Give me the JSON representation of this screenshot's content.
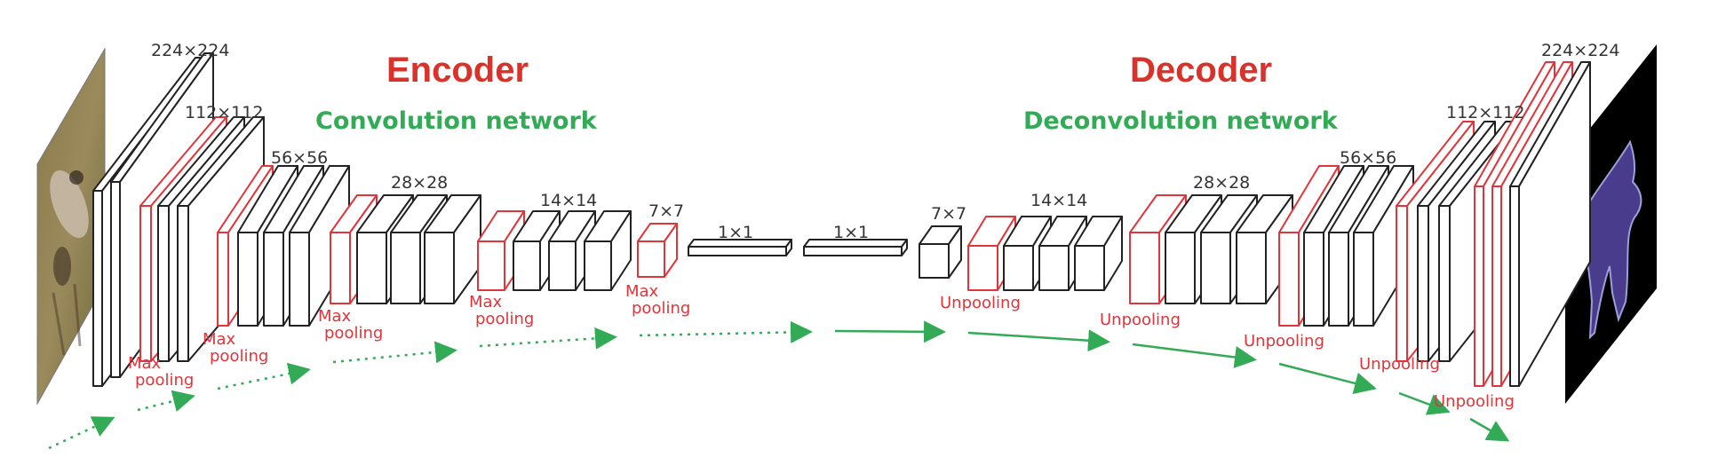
{
  "headings": {
    "encoder": "Encoder",
    "decoder": "Decoder",
    "conv": "Convolution network",
    "deconv": "Deconvolution network"
  },
  "encoder_sizes": [
    "224×224",
    "112×112",
    "56×56",
    "28×28",
    "14×14",
    "7×7",
    "1×1"
  ],
  "decoder_sizes": [
    "1×1",
    "7×7",
    "14×14",
    "28×28",
    "56×56",
    "112×112",
    "224×224"
  ],
  "encoder_ops": [
    {
      "line1": "Max",
      "line2": "pooling"
    },
    {
      "line1": "Max",
      "line2": "pooling"
    },
    {
      "line1": "Max",
      "line2": "pooling"
    },
    {
      "line1": "Max",
      "line2": "pooling"
    },
    {
      "line1": "Max",
      "line2": "pooling"
    }
  ],
  "decoder_ops": [
    "Unpooling",
    "Unpooling",
    "Unpooling",
    "Unpooling",
    "Unpooling"
  ],
  "colors": {
    "accent_red": "#e0353b",
    "heading_red": "#d8322b",
    "flow_green": "#33aa55",
    "block_stroke": "#222222",
    "mask_fill": "#4a3c8c"
  },
  "images": {
    "input": "dog-photo",
    "output": "segmentation-mask"
  }
}
